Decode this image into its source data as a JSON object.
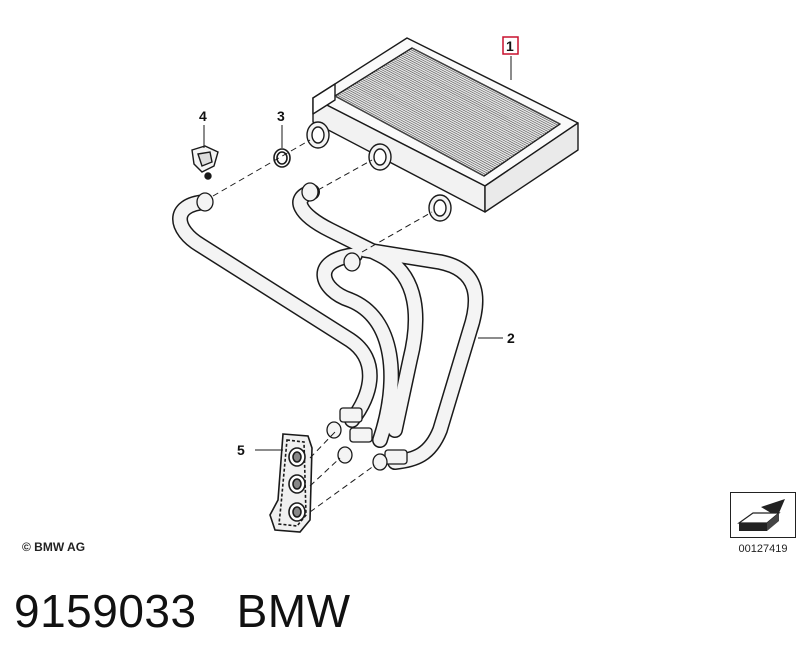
{
  "callouts": {
    "c1": "1",
    "c2": "2",
    "c3": "3",
    "c4": "4",
    "c5": "5"
  },
  "copyright": "© BMW AG",
  "reference_number": "00127419",
  "caption": {
    "part_number": "9159033",
    "brand": "BMW"
  },
  "colors": {
    "line": "#1a1a1a",
    "highlight_box": "#c8102e",
    "fin_fill": "#e8e8e8",
    "pipe_fill": "#f4f4f4"
  }
}
